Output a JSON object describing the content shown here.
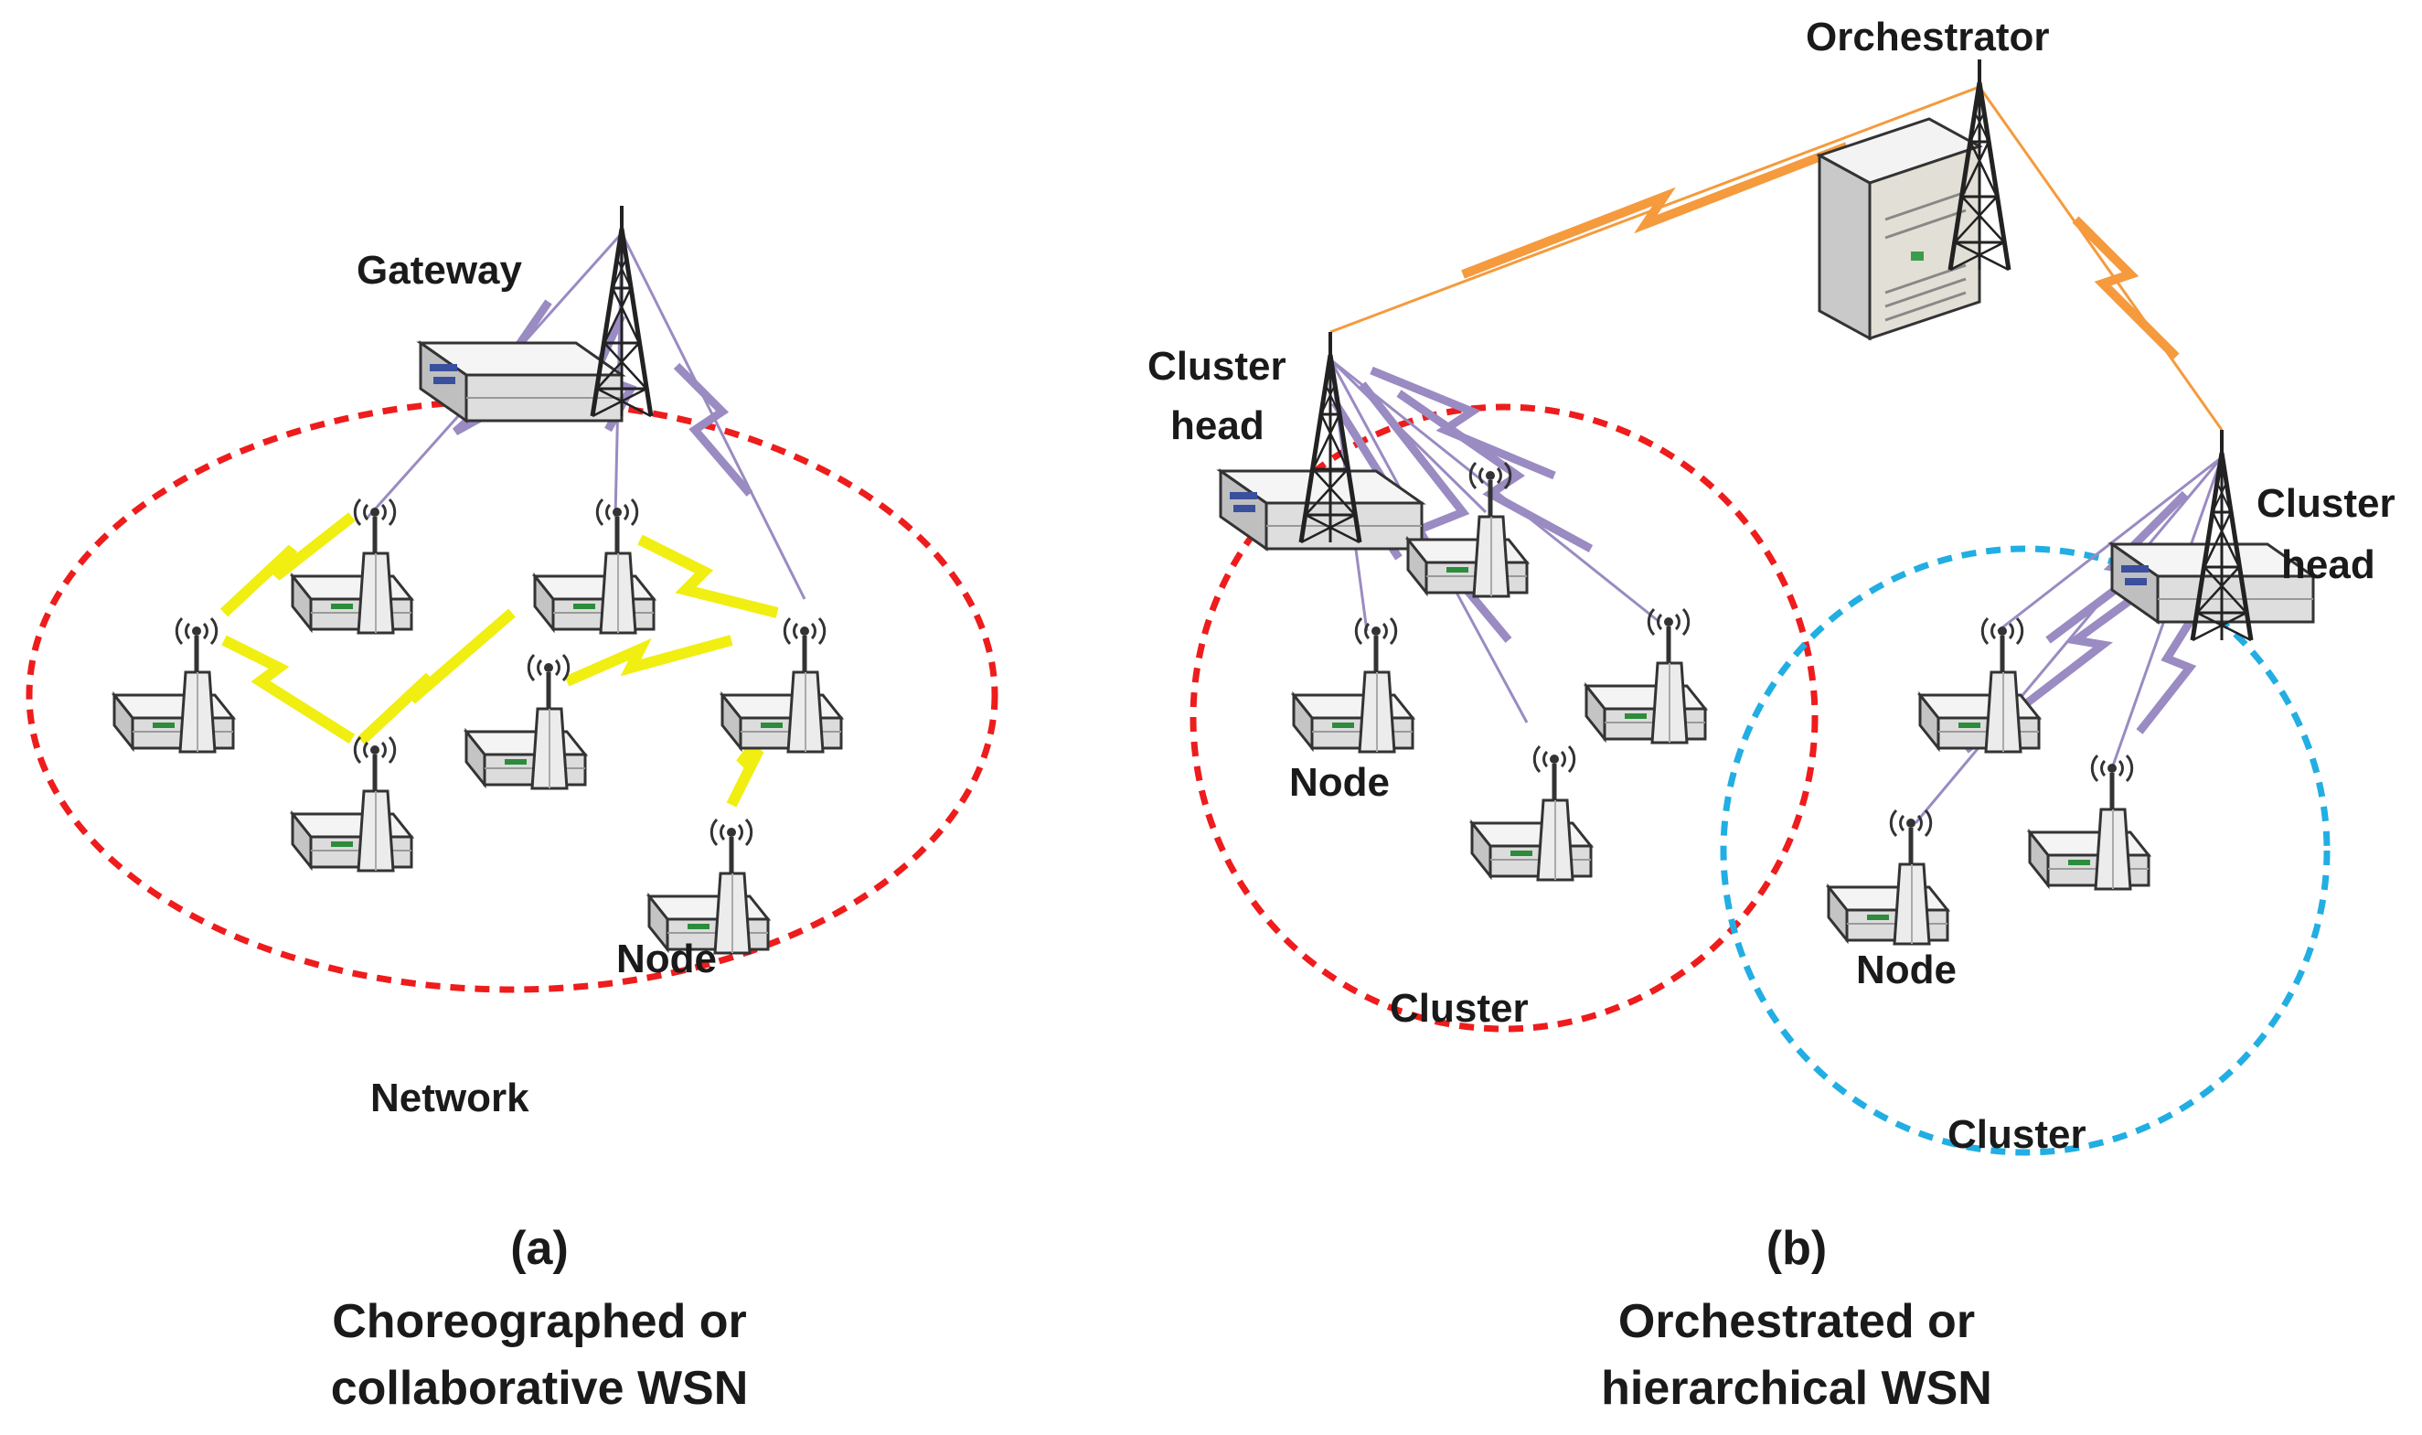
{
  "colors": {
    "network_boundary": "#ee1c1c",
    "cluster_a_boundary": "#ee1c1c",
    "cluster_b_boundary": "#22aee3",
    "peer_link": "#f1ee12",
    "uplink": "#9a8bc2",
    "backhaul": "#f59a3d"
  },
  "icons": {
    "node": "wireless-node-icon",
    "gateway": "gateway-router-icon",
    "tower": "antenna-tower-icon",
    "server": "server-icon"
  },
  "panel_a": {
    "gateway_label": "Gateway",
    "node_label": "Node",
    "network_label": "Network",
    "caption_letter": "(a)",
    "caption_line1": "Choreographed or",
    "caption_line2": "collaborative WSN"
  },
  "panel_b": {
    "orchestrator_label": "Orchestrator",
    "cluster_head_left_line1": "Cluster",
    "cluster_head_left_line2": "head",
    "cluster_head_right_line1": "Cluster",
    "cluster_head_right_line2": "head",
    "node_label_left": "Node",
    "node_label_right": "Node",
    "cluster_label_left": "Cluster",
    "cluster_label_right": "Cluster",
    "caption_letter": "(b)",
    "caption_line1": "Orchestrated or",
    "caption_line2": "hierarchical WSN"
  }
}
